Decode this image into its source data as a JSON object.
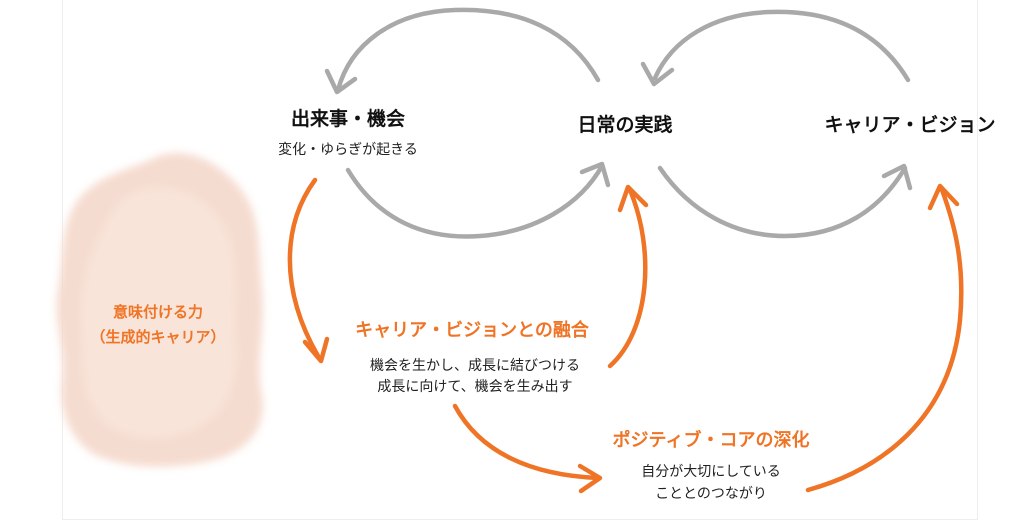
{
  "nodes": {
    "events": {
      "title": "出来事・機会",
      "subtitle": "変化・ゆらぎが起きる"
    },
    "practice": {
      "title": "日常の実践"
    },
    "vision": {
      "title": "キャリア・ビジョン"
    }
  },
  "fusion": {
    "title": "キャリア・ビジョンとの融合",
    "line1": "機会を生かし、成長に結びつける",
    "line2": "成長に向けて、機会を生み出す"
  },
  "core": {
    "title": "ポジティブ・コアの深化",
    "line1": "自分が大切にしている",
    "line2": "こととのつながり"
  },
  "meaning": {
    "line1": "意味付ける力",
    "line2": "（生成的キャリア）"
  },
  "colors": {
    "accent": "#ef7426",
    "cycle_arrow": "#a9a9a9",
    "blob": "#f6ddd2"
  }
}
